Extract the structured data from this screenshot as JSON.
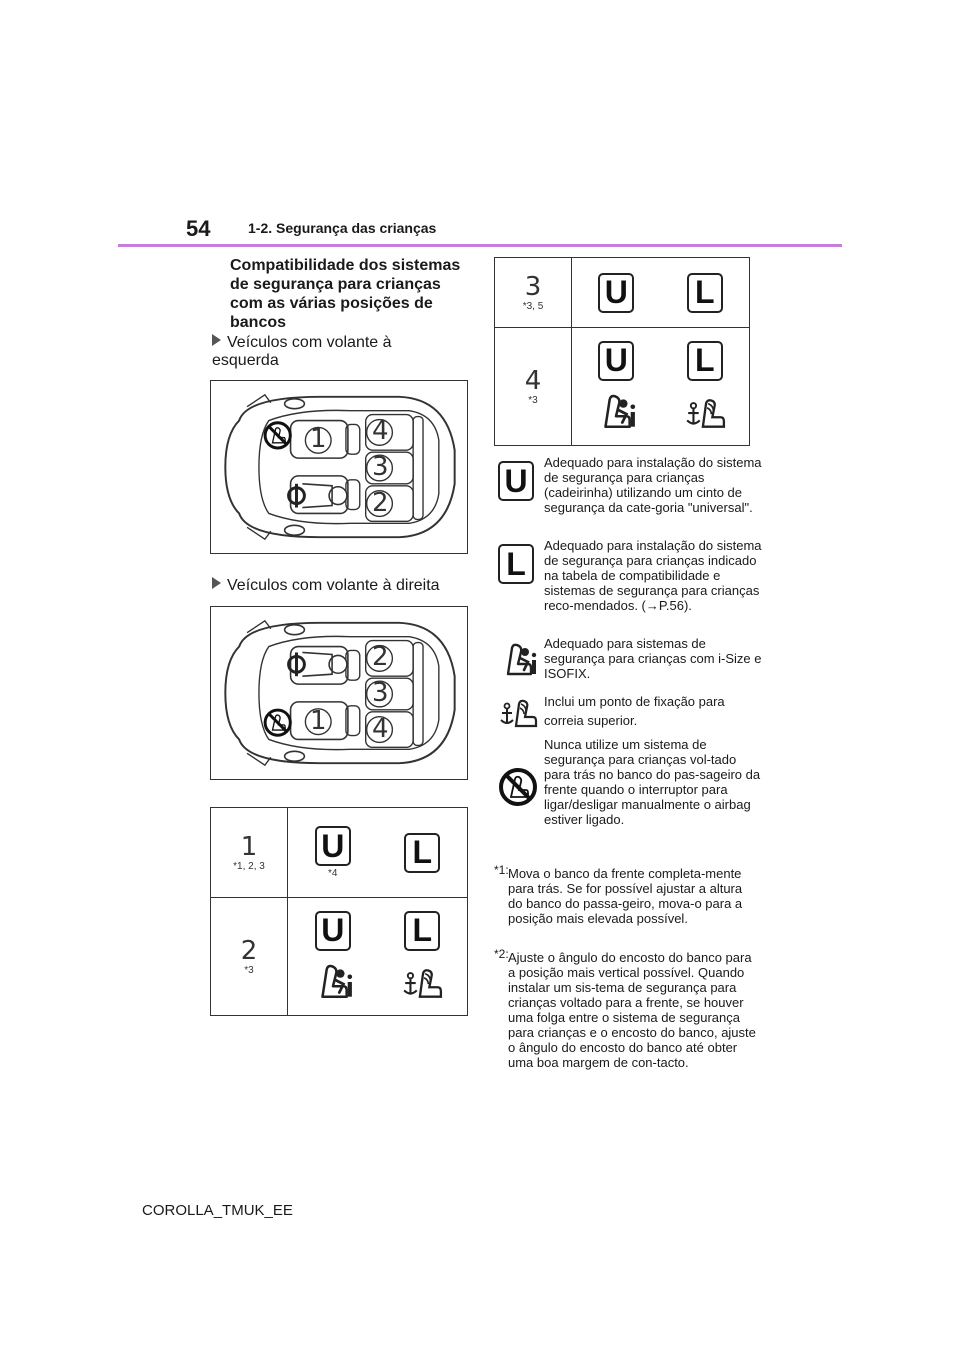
{
  "header": {
    "page_number": "54",
    "title": "1-2. Segurança das crianças"
  },
  "section_title": "Compatibilidade dos sistemas de segurança para crianças com as várias posições de bancos",
  "bullets": {
    "left_hand": "Veículos com volante à esquerda",
    "right_hand": "Veículos com volante à direita"
  },
  "diagram_seats": {
    "one": "1",
    "two": "2",
    "three": "3",
    "four": "4"
  },
  "table_left": [
    {
      "seat": "1",
      "note": "*1, 2, 3",
      "u_note": "*4"
    },
    {
      "seat": "2",
      "note": "*3"
    }
  ],
  "table_right": [
    {
      "seat": "3",
      "note": "*3, 5"
    },
    {
      "seat": "4",
      "note": "*3"
    }
  ],
  "badges": {
    "universal": "U",
    "limited": "L"
  },
  "legend": {
    "universal": "Adequado para instalação do sistema de segurança para crianças (cadeirinha) utilizando um cinto de segurança da cate-goria \"universal\".",
    "limited": "Adequado para instalação do sistema de segurança para crianças indicado na tabela de compatibilidade e sistemas de segurança para crianças reco-mendados. (→P.56).",
    "isofix": "Adequado para sistemas de segurança para crianças com i-Size e ISOFIX.",
    "top_tether": "Inclui um ponto de fixação para correia superior.",
    "no_rear_facing": "Nunca utilize um sistema de segurança para crianças vol-tado para trás no banco do pas-sageiro da frente quando o interruptor para ligar/desligar manualmente o airbag estiver ligado."
  },
  "footnotes": {
    "fn1_mark": "*1:",
    "fn1": "Mova o banco da frente completa-mente para trás. Se for possível ajustar a altura do banco do passa-geiro, mova-o para a posição mais elevada possível.",
    "fn2_mark": "*2:",
    "fn2": "Ajuste o ângulo do encosto do banco para a posição mais vertical possível. Quando instalar um sis-tema de segurança para crianças voltado para a frente, se houver uma folga entre o sistema de segurança para crianças e o encosto do banco, ajuste o ângulo do encosto do banco até obter uma boa margem de con-tacto."
  },
  "footer": "COROLLA_TMUK_EE",
  "colors": {
    "header_rule": "#c77ddb"
  }
}
